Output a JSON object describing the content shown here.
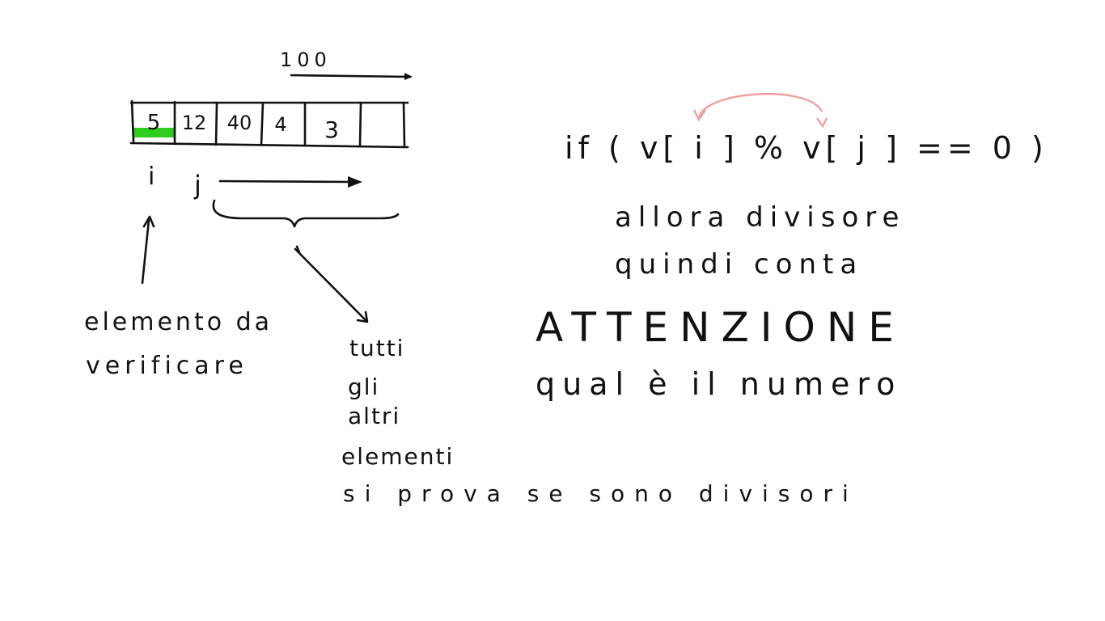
{
  "array_size_label": "100",
  "array_values": [
    "5",
    "12",
    "40",
    "4",
    "3",
    "",
    ""
  ],
  "index_i": "i",
  "index_j": "j",
  "note_left": [
    "elemento da",
    "verificare"
  ],
  "note_bottom": [
    "tutti",
    "gli",
    "altri",
    "elementi",
    "si prova se sono divisori"
  ],
  "condition": "if ( v[ i ] % v[ j ] == 0 )",
  "then_lines": [
    "allora divisore",
    "quindi conta"
  ],
  "attention_title": "ATTENZIONE",
  "attention_text": "qual è il numero",
  "colors": {
    "ink": "#111111",
    "highlight": "#2ecc1f",
    "swap_arrow": "#f0a0a0"
  }
}
